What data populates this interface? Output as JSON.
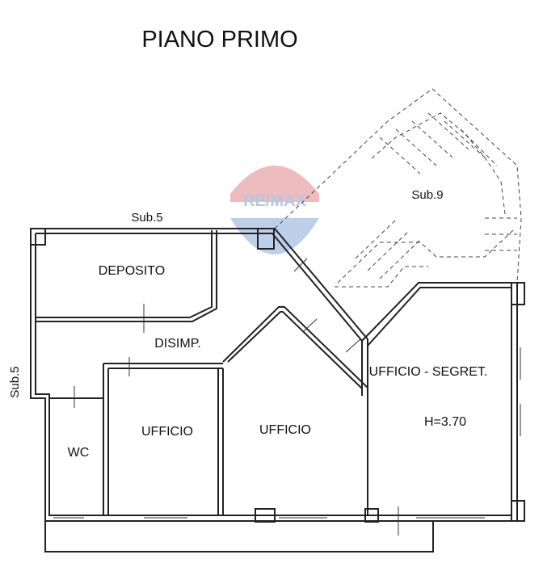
{
  "title": "PIANO PRIMO",
  "rooms": {
    "deposito": "DEPOSITO",
    "disimp": "DISIMP.",
    "ufficio_segret": "UFFICIO - SEGRET.",
    "height": "H=3.70",
    "ufficio_a": "UFFICIO",
    "ufficio_b": "UFFICIO",
    "wc": "WC"
  },
  "neighbours": {
    "sub5_top": "Sub.5",
    "sub5_side": "Sub.5",
    "sub9": "Sub.9"
  },
  "watermark": {
    "text": "RE/MAX",
    "colors": {
      "red": "#e8a6aa",
      "blue": "#a9bfe3"
    }
  }
}
